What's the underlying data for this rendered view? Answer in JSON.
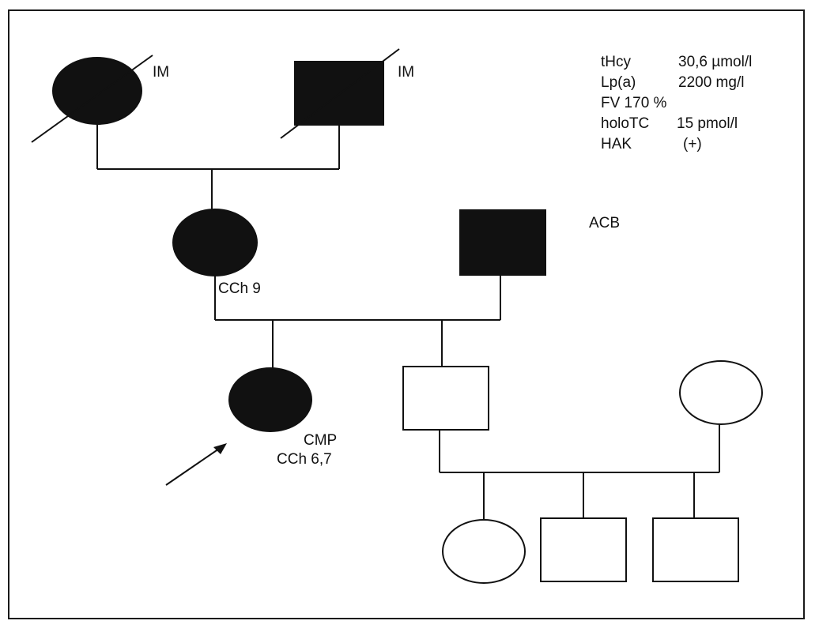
{
  "labels": {
    "gf_left": "IM",
    "gf_right": "IM",
    "father_of_mother": "ACB",
    "mother": "CCh 9",
    "proband_name": "CMP",
    "proband_note": "CCh 6,7"
  },
  "lab_results": [
    {
      "key": "tHcy",
      "value": "30,6 µmol/l"
    },
    {
      "key": "Lp(a)",
      "value": "2200 mg/l"
    },
    {
      "key": "FV 170 %",
      "value": ""
    },
    {
      "key": "holoTC",
      "value": "15 pmol/l"
    },
    {
      "key": "HAK",
      "value": "(+)"
    }
  ],
  "colors": {
    "affected": "#111111",
    "unaffected": "#ffffff",
    "line": "#111111",
    "border": "#1a1a1a"
  }
}
